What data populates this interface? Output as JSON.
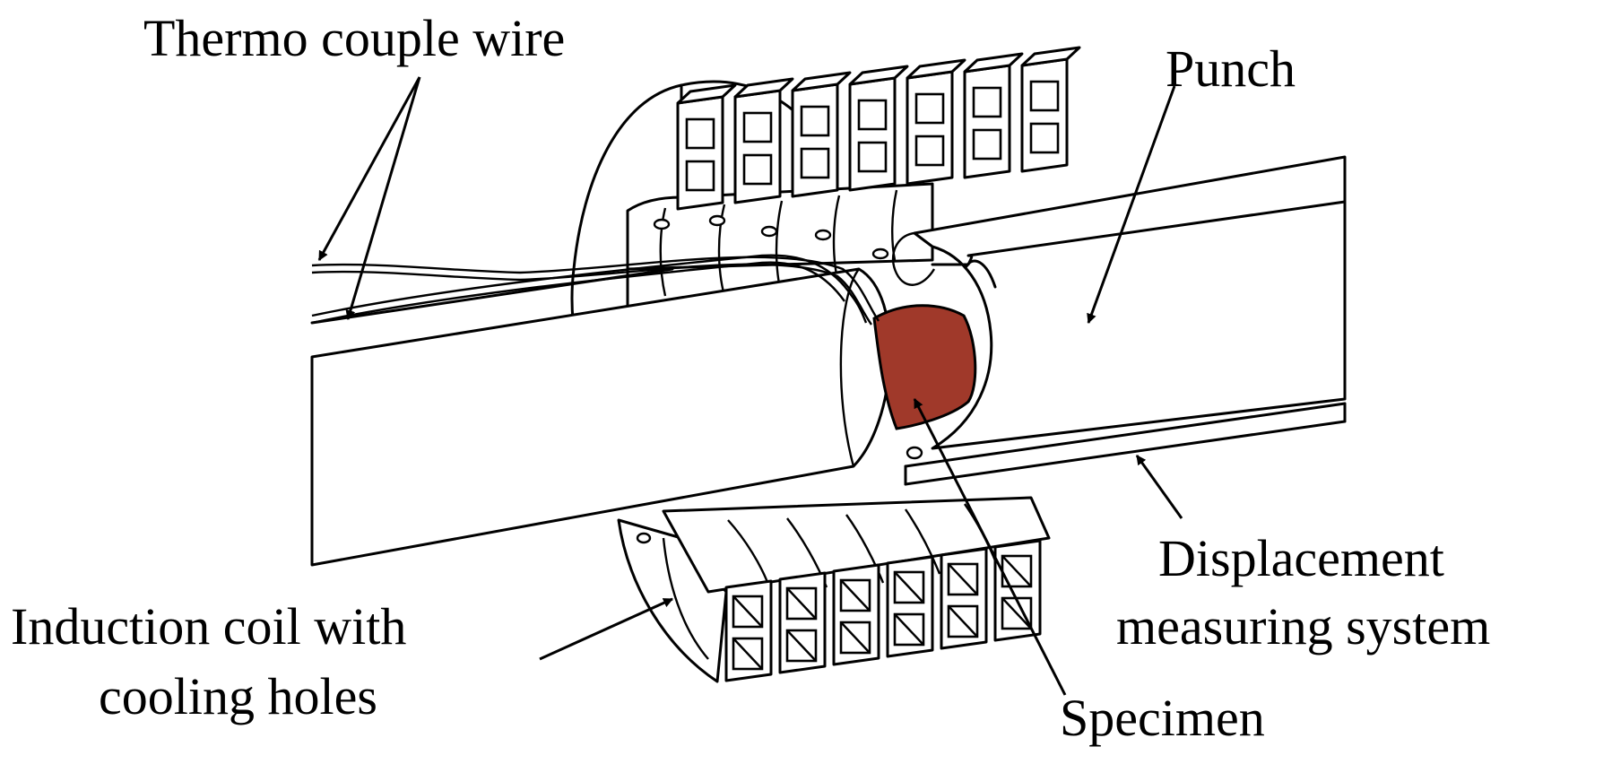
{
  "labels": {
    "thermocouple": "Thermo couple wire",
    "punch": "Punch",
    "induction_line1": "Induction coil with",
    "induction_line2": "cooling holes",
    "displacement_line1": "Displacement",
    "displacement_line2": "measuring system",
    "specimen": "Specimen"
  },
  "colors": {
    "specimen": "#A0392A",
    "line": "#000000",
    "background": "#FFFFFF"
  }
}
